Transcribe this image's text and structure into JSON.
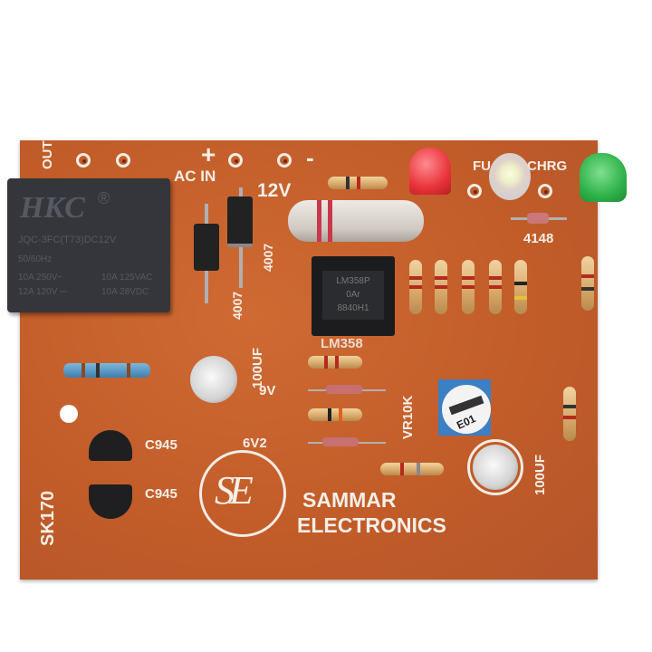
{
  "board": {
    "color": "#c4602c",
    "labels": {
      "out": "OUT",
      "ac_in": "AC IN",
      "plus": "+",
      "minus": "-",
      "v12": "12V",
      "d1": "4007",
      "d2": "4007",
      "full": "FU",
      "chrg": "CHRG",
      "d4148": "4148",
      "ic": "LM358",
      "cap1": "100UF",
      "cap2": "100UF",
      "z9v": "9V",
      "z6v2": "6V2",
      "pot": "VR10K",
      "q1": "C945",
      "q2": "C945",
      "model": "SK170",
      "brand1": "SAMMAR",
      "brand2": "ELECTRONICS",
      "logo": "SE"
    }
  },
  "relay": {
    "brand": "HKC",
    "reg": "®",
    "model": "JQC-3FC(T73)DC12V",
    "freq": "50/60Hz",
    "r1": "10A 250V~",
    "r2": "12A 120V ⎓",
    "r3": "10A 125VAC",
    "r4": "10A 28VDC"
  },
  "ic_marking": {
    "line1": "LM358P",
    "line2": "0Ar",
    "line3": "8840H1"
  },
  "pot_marking": "E01",
  "leds": {
    "red": "#e8343a",
    "white": "#f3f4d8",
    "green": "#2fb24a"
  }
}
